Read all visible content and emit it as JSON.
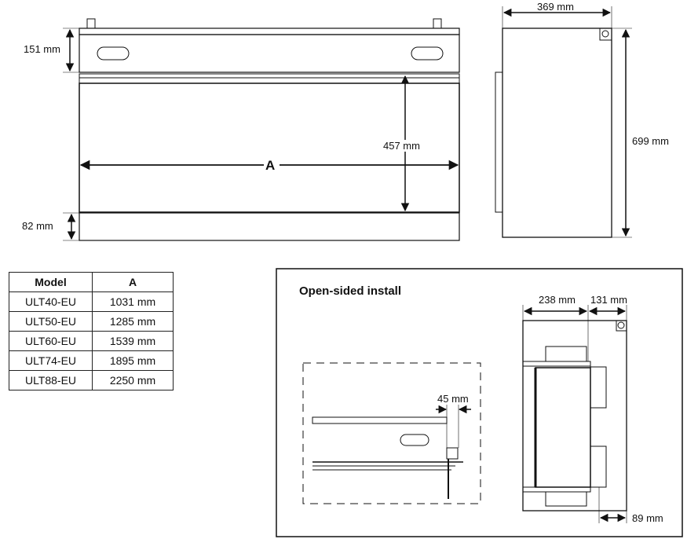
{
  "front_view": {
    "height_top_label": "151 mm",
    "height_opening_label": "457 mm",
    "width_label": "A",
    "height_bottom_label": "82 mm"
  },
  "side_view": {
    "depth_label": "369 mm",
    "height_label": "699 mm"
  },
  "model_table": {
    "headers": [
      "Model",
      "A"
    ],
    "rows": [
      [
        "ULT40-EU",
        "1031 mm"
      ],
      [
        "ULT50-EU",
        "1285 mm"
      ],
      [
        "ULT60-EU",
        "1539 mm"
      ],
      [
        "ULT74-EU",
        "1895 mm"
      ],
      [
        "ULT88-EU",
        "2250 mm"
      ]
    ]
  },
  "open_sided": {
    "title": "Open-sided install",
    "side_gap_label": "45 mm",
    "depth_front_label": "238 mm",
    "depth_rear_label": "131 mm",
    "rear_offset_label": "89 mm"
  }
}
